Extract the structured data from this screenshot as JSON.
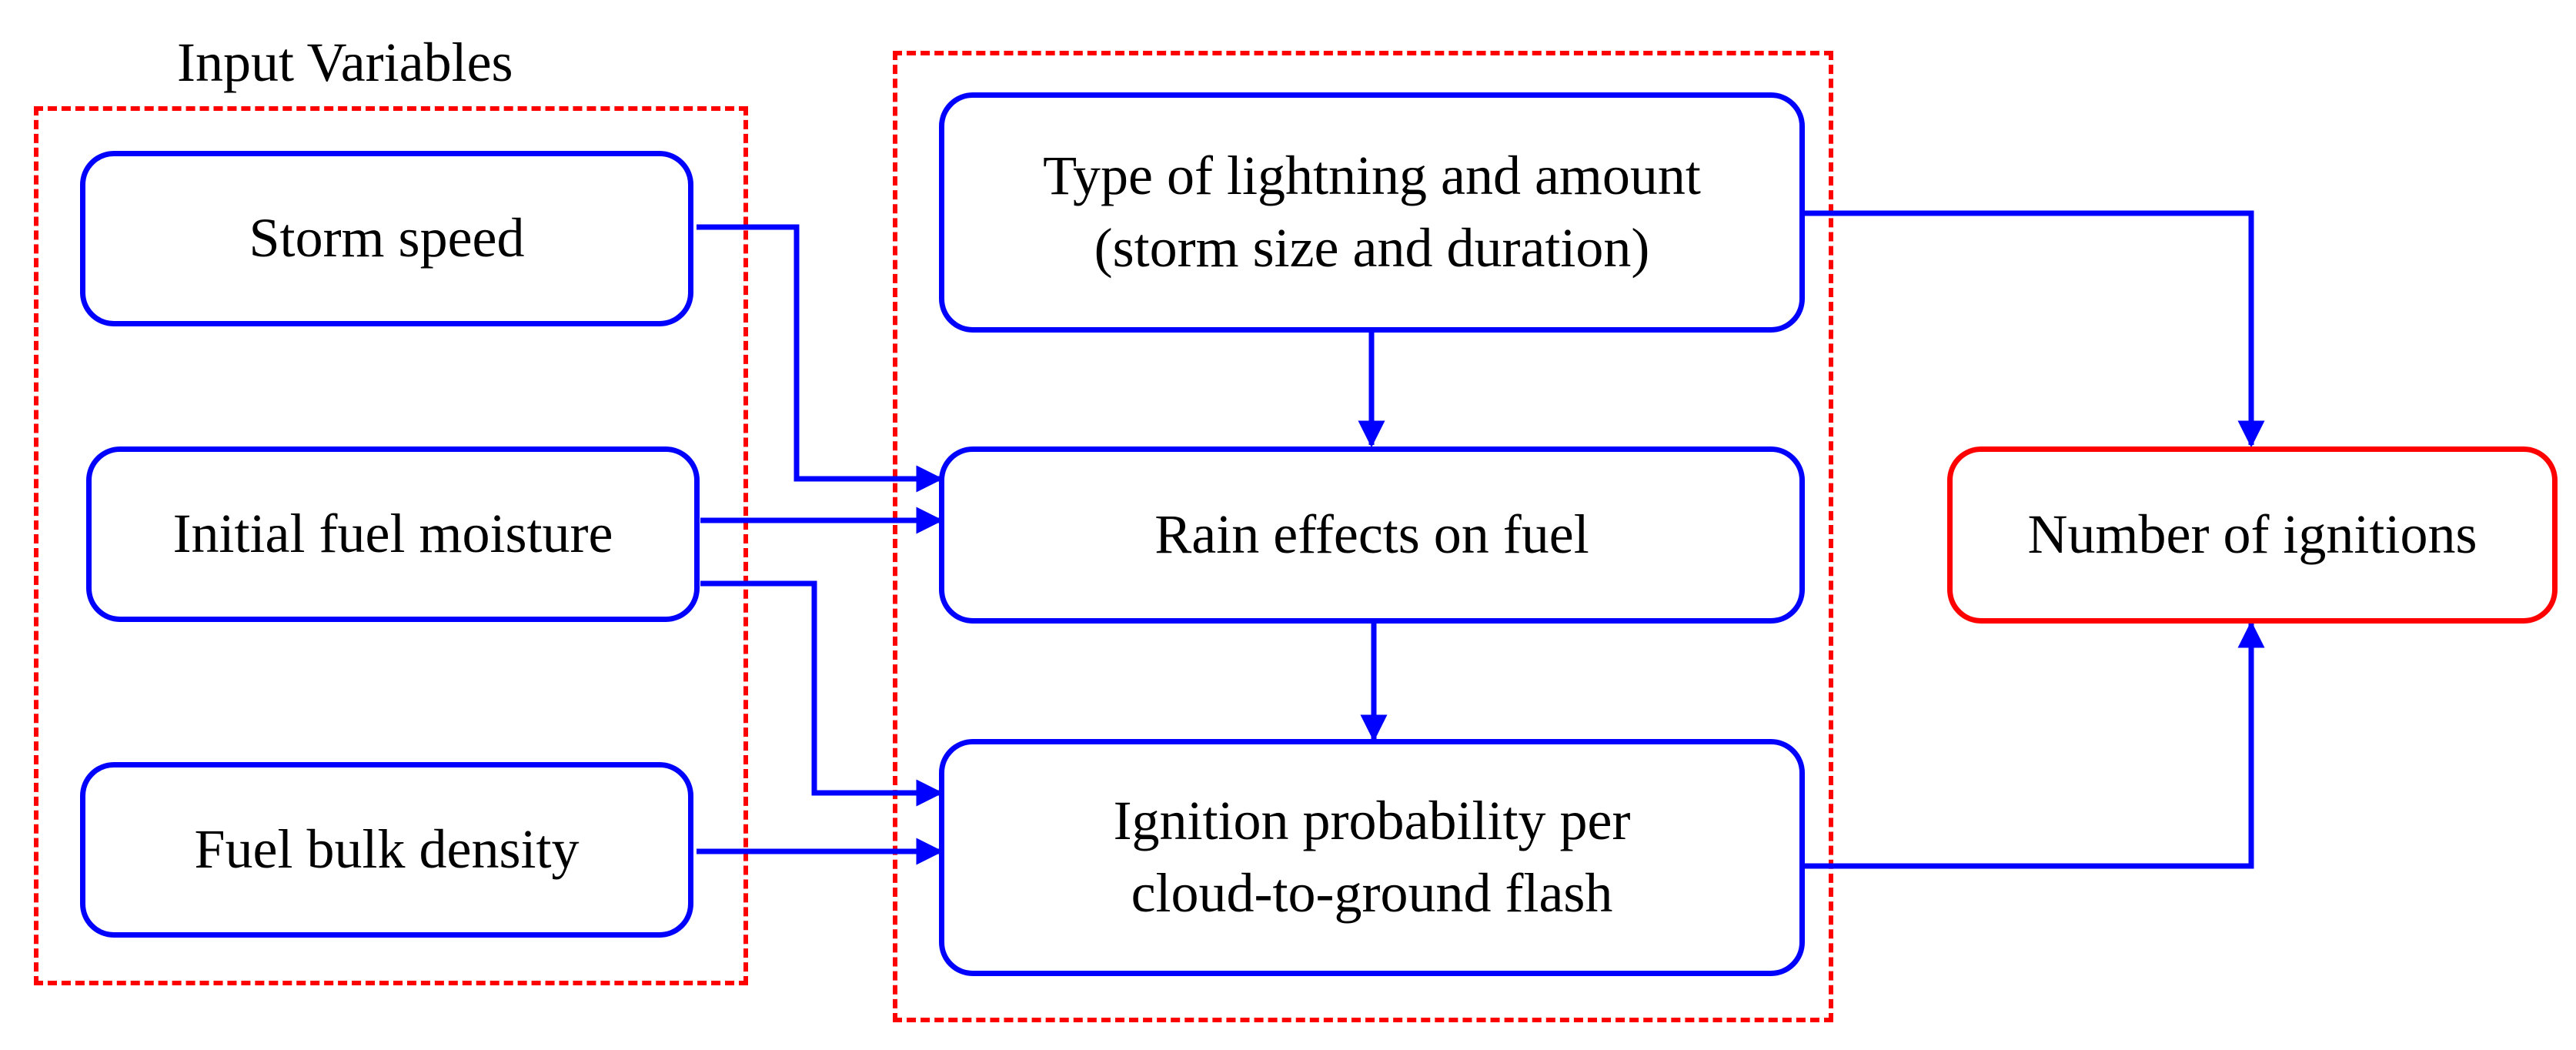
{
  "input_group": {
    "label": "Input Variables"
  },
  "inputs": {
    "storm_speed": "Storm speed",
    "initial_fuel_moisture": "Initial fuel moisture",
    "fuel_bulk_density": "Fuel bulk density"
  },
  "process": {
    "lightning": {
      "line1": "Type of lightning and amount",
      "line2": "(storm size and duration)"
    },
    "rain": "Rain effects on fuel",
    "ignition": {
      "line1": "Ignition probability per",
      "line2": "cloud-to-ground flash"
    }
  },
  "output": {
    "ignitions": "Number of ignitions"
  },
  "colors": {
    "box_border": "#0000ff",
    "group_border": "#ff0000",
    "output_border": "#ff0000",
    "arrow": "#0000ff"
  }
}
